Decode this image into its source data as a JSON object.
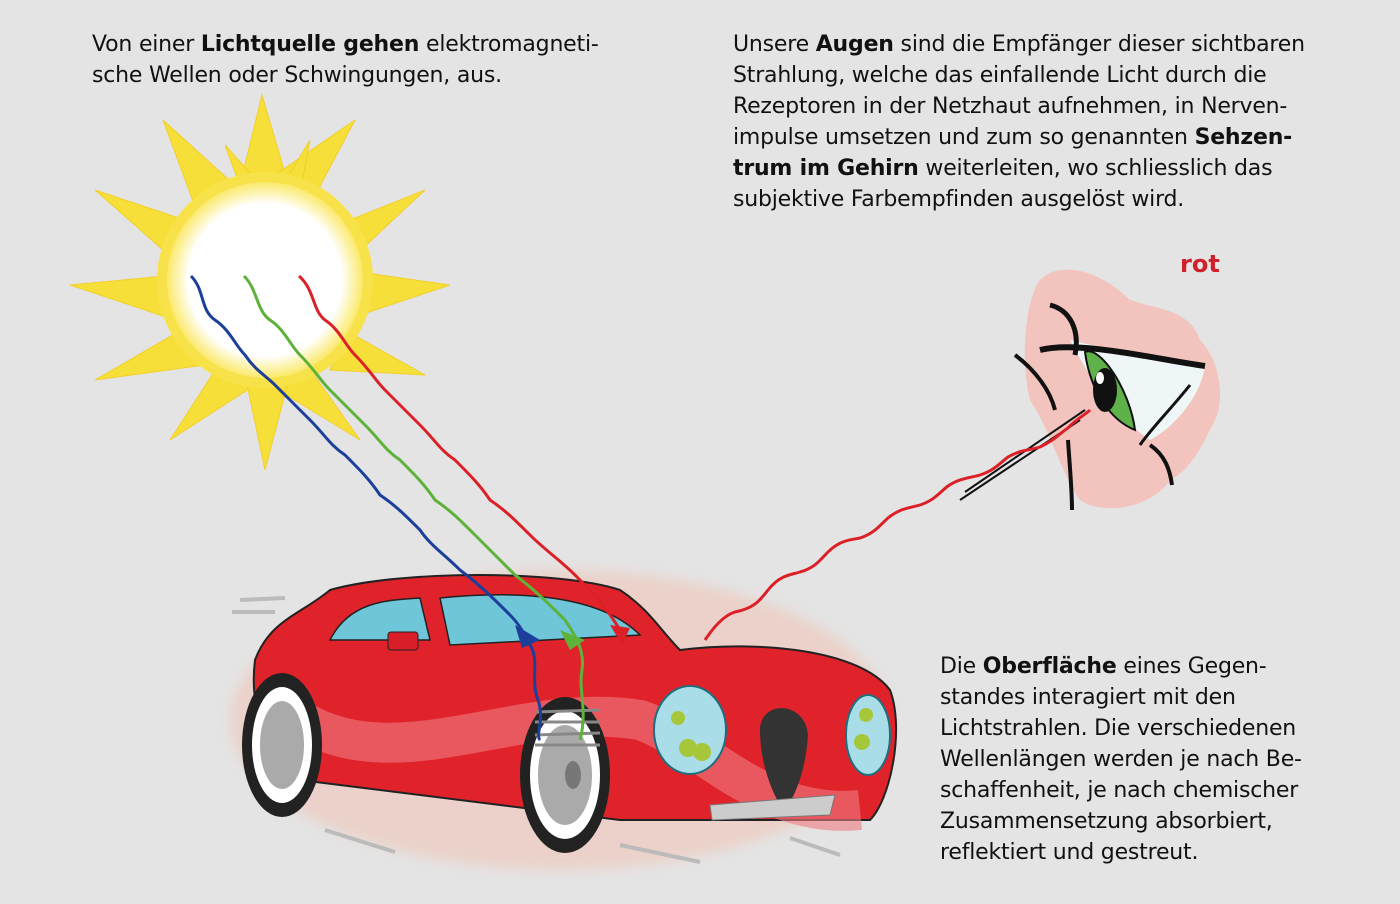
{
  "diagram": {
    "type": "light-color-perception",
    "background_color": "#e4e4e4",
    "blocks": {
      "light_source": {
        "lines": [
          [
            {
              "t": "Von einer ",
              "b": false
            },
            {
              "t": "Lichtquelle gehen",
              "b": true
            },
            {
              "t": " elektromagneti-",
              "b": false
            }
          ],
          [
            {
              "t": "sche Wellen oder Schwingungen, aus.",
              "b": false
            }
          ]
        ]
      },
      "eyes": {
        "lines": [
          [
            {
              "t": "Unsere ",
              "b": false
            },
            {
              "t": "Augen",
              "b": true
            },
            {
              "t": " sind die Empfänger dieser sichtbaren",
              "b": false
            }
          ],
          [
            {
              "t": "Strahlung, welche das einfallende Licht durch die",
              "b": false
            }
          ],
          [
            {
              "t": "Rezeptoren in der Netzhaut aufnehmen, in Nerven-",
              "b": false
            }
          ],
          [
            {
              "t": "impulse umsetzen und zum so genannten ",
              "b": false
            },
            {
              "t": "Sehzen-",
              "b": true
            }
          ],
          [
            {
              "t": "trum im Gehirn",
              "b": true
            },
            {
              "t": " weiterleiten, wo schliesslich das",
              "b": false
            }
          ],
          [
            {
              "t": "subjektive Farbempfinden ausgelöst wird.",
              "b": false
            }
          ]
        ]
      },
      "surface": {
        "lines": [
          [
            {
              "t": "Die ",
              "b": false
            },
            {
              "t": "Oberfläche",
              "b": true
            },
            {
              "t": " eines Gegen-",
              "b": false
            }
          ],
          [
            {
              "t": "standes interagiert mit den",
              "b": false
            }
          ],
          [
            {
              "t": "Lichtstrahlen. Die verschiedenen",
              "b": false
            }
          ],
          [
            {
              "t": "Wellenlängen werden je nach Be-",
              "b": false
            }
          ],
          [
            {
              "t": "schaffenheit, je nach chemischer",
              "b": false
            }
          ],
          [
            {
              "t": "Zusammensetzung absorbiert,",
              "b": false
            }
          ],
          [
            {
              "t": "reflektiert und gestreut.",
              "b": false
            }
          ]
        ]
      }
    },
    "perceived_color_label": "rot",
    "perceived_color": "#d0202a",
    "illustrations": {
      "sun": {
        "ray_color": "#f7df3a",
        "core_color": "#ffffff"
      },
      "car": {
        "body_color": "#e0232b",
        "window_color": "#6ec6d8"
      },
      "eye": {
        "skin_color": "#f2c4bd",
        "iris_color": "#5fb14a"
      }
    },
    "waves": [
      {
        "name": "blue",
        "color": "#1b3f9a",
        "absorbed": true
      },
      {
        "name": "green",
        "color": "#5db23a",
        "absorbed": true
      },
      {
        "name": "red",
        "color": "#dc2027",
        "absorbed": false,
        "reflected_to": "eye"
      }
    ]
  }
}
